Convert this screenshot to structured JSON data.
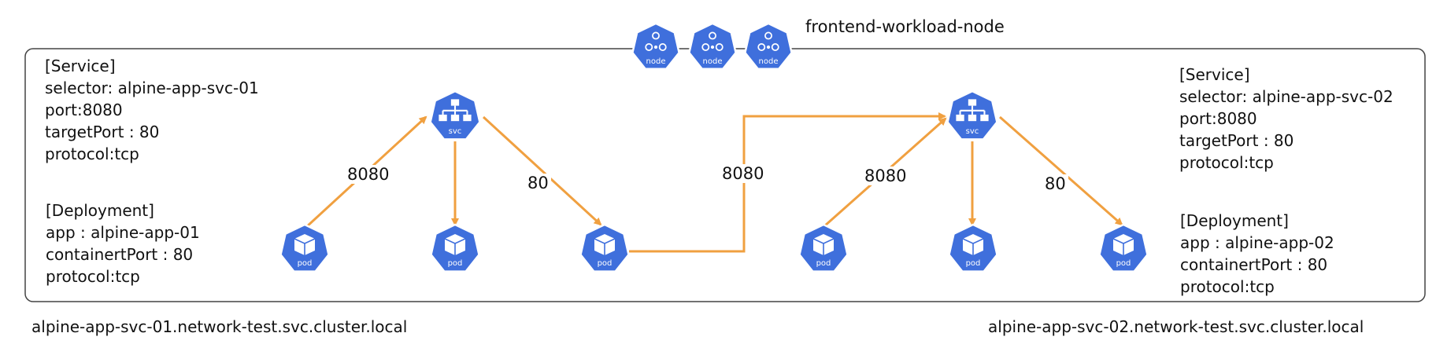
{
  "node_group": {
    "title": "frontend-workload-node",
    "nodes": [
      {
        "icon": "kubernetes-node-icon",
        "caption": "node"
      },
      {
        "icon": "kubernetes-node-icon",
        "caption": "node"
      },
      {
        "icon": "kubernetes-node-icon",
        "caption": "node"
      }
    ]
  },
  "left": {
    "service": {
      "lines": [
        "[Service]",
        "selector: alpine-app-svc-01",
        "port:8080",
        "targetPort : 80",
        "protocol:tcp"
      ]
    },
    "deployment": {
      "lines": [
        "[Deployment]",
        "app : alpine-app-01",
        "containertPort : 80",
        "protocol:tcp"
      ]
    },
    "svc_caption": "svc",
    "pod_captions": [
      "pod",
      "pod",
      "pod"
    ],
    "port_in": "8080",
    "port_out": "80",
    "fqdn": "alpine-app-svc-01.network-test.svc.cluster.local"
  },
  "right": {
    "service": {
      "lines": [
        "[Service]",
        "selector: alpine-app-svc-02",
        "port:8080",
        "targetPort : 80",
        "protocol:tcp"
      ]
    },
    "deployment": {
      "lines": [
        "[Deployment]",
        "app : alpine-app-02",
        "containertPort : 80",
        "protocol:tcp"
      ]
    },
    "svc_caption": "svc",
    "pod_captions": [
      "pod",
      "pod",
      "pod"
    ],
    "port_in": "8080",
    "port_out": "80",
    "fqdn": "alpine-app-svc-02.network-test.svc.cluster.local"
  },
  "bridge_port": "8080",
  "colors": {
    "icon_fill": "#3f6fdc",
    "icon_border": "#ffffff",
    "arrow": "#f0a040",
    "frame": "#444444"
  }
}
